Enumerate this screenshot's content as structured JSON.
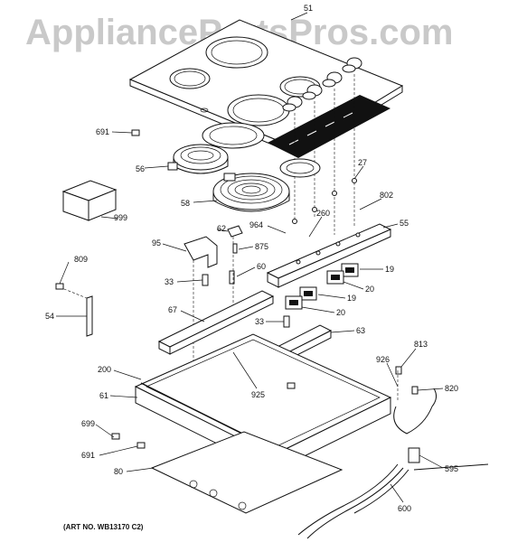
{
  "watermark": "AppliancePartsPros.com",
  "art_no": "(ART NO. WB13170 C2)",
  "callouts": {
    "c51": "51",
    "c691a": "691",
    "c56": "56",
    "c27": "27",
    "c999": "999",
    "c58": "58",
    "c802": "802",
    "c964": "964",
    "c260": "260",
    "c55": "55",
    "c62": "62",
    "c95": "95",
    "c875": "875",
    "c809": "809",
    "c60": "60",
    "c19a": "19",
    "c33a": "33",
    "c20a": "20",
    "c54": "54",
    "c67": "67",
    "c19b": "19",
    "c20b": "20",
    "c33b": "33",
    "c63": "63",
    "c813": "813",
    "c200": "200",
    "c926": "926",
    "c820": "820",
    "c61": "61",
    "c925": "925",
    "c699": "699",
    "c691b": "691",
    "c595": "595",
    "c80": "80",
    "c600": "600"
  },
  "colors": {
    "ink": "#111111",
    "watermark": "#c9c9c9",
    "background": "#ffffff"
  }
}
